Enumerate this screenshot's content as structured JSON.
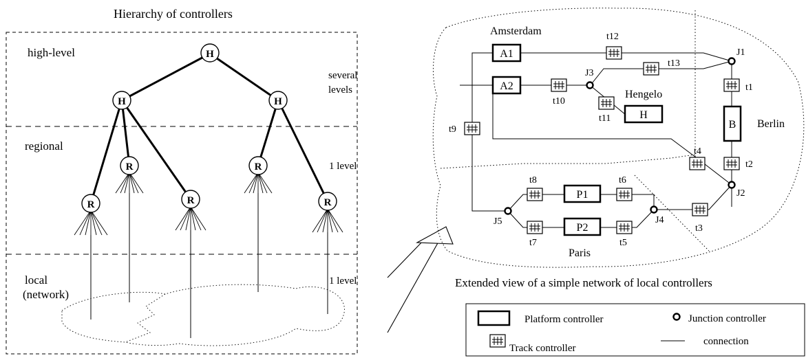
{
  "left_panel": {
    "title": "Hierarchy of controllers",
    "levels": [
      {
        "name": "high-level",
        "extent": "several levels"
      },
      {
        "name": "regional",
        "extent": "1 level"
      },
      {
        "name": "local\n(network)",
        "extent": "1 level"
      }
    ],
    "nodes": {
      "top": "H",
      "mid_left": "H",
      "mid_right": "H",
      "r_small": "R"
    }
  },
  "right_panel": {
    "caption": "Extended view of a simple network of local controllers",
    "cities": {
      "amsterdam": "Amsterdam",
      "hengelo": "Hengelo",
      "berlin": "Berlin",
      "paris": "Paris"
    },
    "platforms": {
      "a1": "A1",
      "a2": "A2",
      "h": "H",
      "b": "B",
      "p1": "P1",
      "p2": "P2"
    },
    "junctions": {
      "j1": "J1",
      "j2": "J2",
      "j3": "J3",
      "j4": "J4",
      "j5": "J5"
    },
    "tracks": {
      "t1": "t1",
      "t2": "t2",
      "t3": "t3",
      "t4": "t4",
      "t5": "t5",
      "t6": "t6",
      "t7": "t7",
      "t8": "t8",
      "t9": "t9",
      "t10": "t10",
      "t11": "t11",
      "t12": "t12",
      "t13": "t13"
    }
  },
  "legend": {
    "platform": "Platform controller",
    "junction": "Junction controller",
    "track": "Track controller",
    "connection": "connection"
  }
}
